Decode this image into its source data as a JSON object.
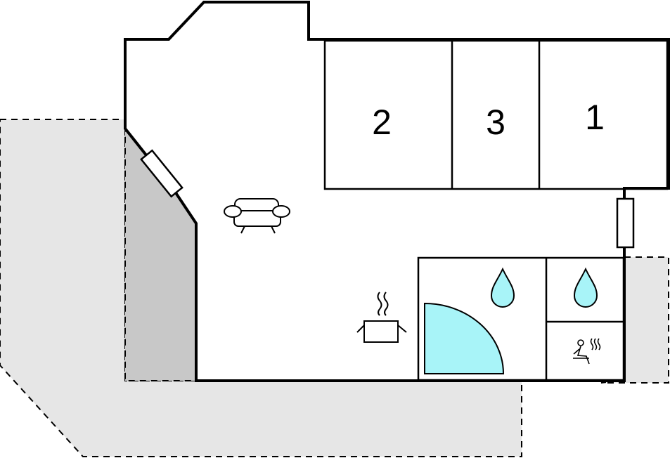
{
  "floorplan": {
    "rooms": [
      {
        "id": "room-2",
        "label": "2"
      },
      {
        "id": "room-3",
        "label": "3"
      },
      {
        "id": "room-1",
        "label": "1"
      }
    ],
    "icons": {
      "living": "armchair-icon",
      "kitchen": "cooking-pot-icon",
      "bathroom_shower": "water-drop-icon",
      "bathroom_tub": "corner-bathtub-icon",
      "wc": "water-drop-icon",
      "sauna": "sauna-icon"
    },
    "colors": {
      "wall": "#000000",
      "terrace": "#e6e6e6",
      "covered_terrace": "#c8c8c8",
      "water": "#a8f4f8",
      "background": "#ffffff"
    }
  }
}
